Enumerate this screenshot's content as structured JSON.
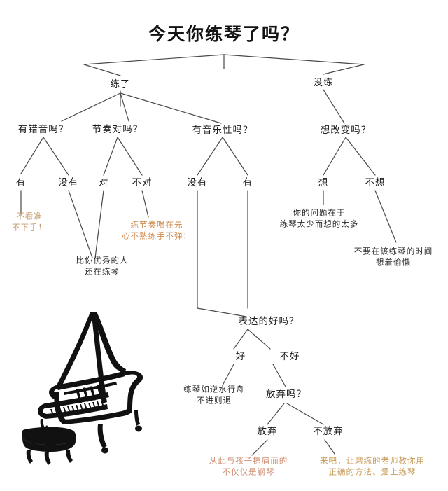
{
  "diagram": {
    "type": "flowchart",
    "title": "今天你练琴了吗？",
    "illustration": "grand-piano-illustration",
    "colors": {
      "text": "#1a1a1a",
      "line": "#4a4a4a",
      "tan": "#c69a6d",
      "orange": "#d08b4f",
      "salmon": "#cf8f72",
      "ochre": "#c79a56"
    },
    "level2": {
      "practiced": "练了",
      "not_practiced": "没练"
    },
    "level3": {
      "wrong_notes": "有错音吗？",
      "rhythm": "节奏对吗？",
      "musicality": "有音乐性吗？",
      "want_change": "想改变吗？"
    },
    "level4": {
      "wrong_notes_yes": "有",
      "wrong_notes_no": "没有",
      "rhythm_right": "对",
      "rhythm_wrong": "不对",
      "musicality_no": "没有",
      "musicality_yes": "有",
      "want_change_yes": "想",
      "want_change_no": "不想"
    },
    "notes": {
      "careful_line1": "不看准",
      "careful_line2": "不下手！",
      "rhythm_line1": "练节奏唱在先",
      "rhythm_line2": "心不熟练手不弹！",
      "better_line1": "比你优秀的人",
      "better_line2": "还在练琴",
      "problem_line1": "你的问题在于",
      "problem_line2": "练琴太少而想的太多",
      "lazy_line1": "不要在该练琴的时间",
      "lazy_line2": "想着偷懒",
      "boat_line1": "练琴如逆水行舟",
      "boat_line2": "不进则退",
      "giveup_line1": "从此与孩子擦肩而的",
      "giveup_line2": "不仅仅是钢琴",
      "teacher_line1": "来吧，让磨练的老师教你用",
      "teacher_line2": "正确的方法、爱上练琴"
    },
    "level5": {
      "expression": "表达的好吗？",
      "expression_good": "好",
      "expression_bad": "不好",
      "give_up_question": "放弃吗？",
      "give_up": "放弃",
      "not_give_up": "不放弃"
    }
  }
}
